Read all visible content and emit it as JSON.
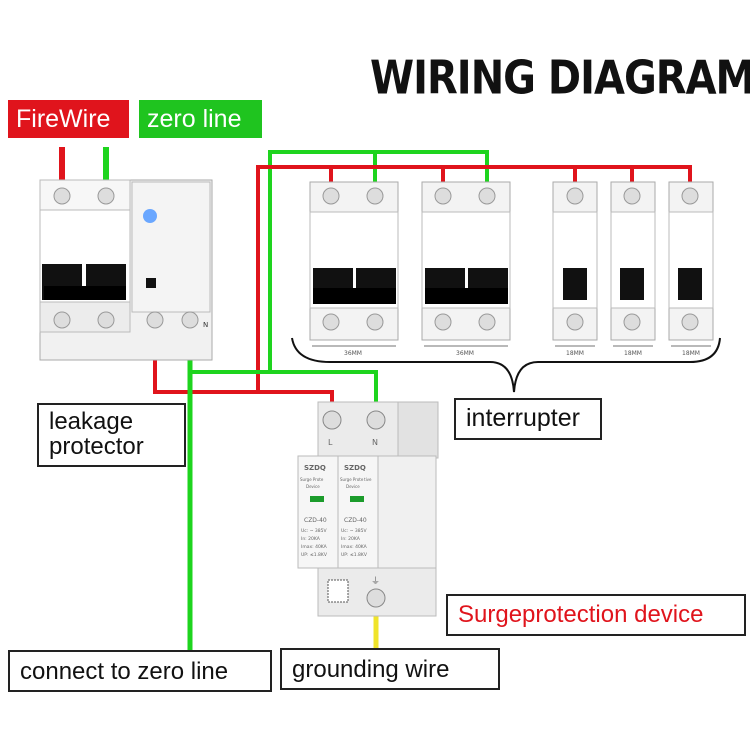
{
  "title": "WIRING DIAGRAM",
  "labels": {
    "firewire": "FireWire",
    "zero_line": "zero line",
    "leakage_protector_line1": "leakage",
    "leakage_protector_line2": "protector",
    "interrupter": "interrupter",
    "surge_protection_device": "Surgeprotection device",
    "connect_to_zero_line": "connect to zero line",
    "grounding_wire": "grounding wire"
  },
  "breaker_widths": [
    "36MM",
    "36MM",
    "18MM",
    "18MM",
    "18MM"
  ],
  "leakage_protector": {
    "terminal_mark": "N"
  },
  "spd": {
    "terminal_top_left": "L",
    "terminal_top_right": "N",
    "brand": "SZDQ",
    "subtitle_line1": "Surge Prote",
    "subtitle_line2": "Device",
    "subtitle_right": "tive",
    "model": "CZD-40",
    "spec_uc": "Uc: ~ 385V",
    "spec_in": "In:  20KA",
    "spec_imax": "Imax: 40KA",
    "spec_up": "UP: ≤1.8KV"
  },
  "colors": {
    "live_wire": "#e0141c",
    "neutral_wire": "#1ed41e",
    "ground_wire": "#f0e42a",
    "firewire_tag_bg": "#e0141c",
    "zero_line_tag_bg": "#1fc41f",
    "spd_label_text": "#e0141c"
  }
}
